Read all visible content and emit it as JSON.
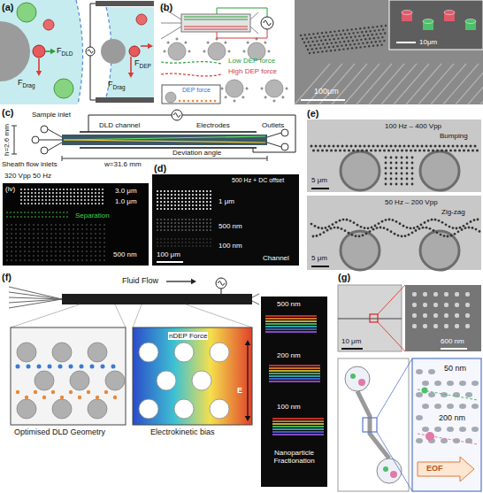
{
  "diagram": {
    "nodes": [
      {
        "text": [
          "320 Vpp 50 Hz",
          "(iv)",
          "3.0 μm",
          "1.0 μm",
          "Separation",
          "500 nm"
        ]
      },
      {
        "text": [
          "500 Hz + DC offset",
          "1 μm",
          "500 nm",
          "100 nm",
          "Channel",
          "100 μm"
        ]
      },
      {
        "text": [
          "100 Hz – 400 Vpp",
          "Bumping",
          "5 μm"
        ]
      },
      {
        "text": [
          "50 Hz – 200 Vpp",
          "Zig-zag",
          "5 μm"
        ]
      },
      {
        "text": [
          "Optimised DLD Geometry"
        ]
      },
      {
        "text": [
          "Electrokinetic bias",
          "nDEP Force",
          "E"
        ]
      },
      {
        "text": [
          "500 nm",
          "200 nm",
          "100 nm",
          "Nanoparticle Fractionation"
        ]
      },
      {
        "text": [
          "50 nm",
          "200 nm",
          "EOF"
        ]
      }
    ],
    "labels": [
      "(a)",
      "FDLD",
      "FDrag",
      "FDEP",
      "FDrag",
      "(b)",
      "Low DEP force",
      "High DEP force",
      "DEP force",
      "10μm",
      "100μm",
      "(c)",
      "Sheath flow inlets",
      "Sample inlet",
      "DLD channel",
      "Electrodes",
      "Outlets",
      "Deviation angle",
      "h=2.6 mm",
      "w=31.6 mm",
      "(d)",
      "(e)",
      "(f)",
      "Fluid Flow",
      "(g)",
      "10 μm",
      "600 nm"
    ]
  }
}
